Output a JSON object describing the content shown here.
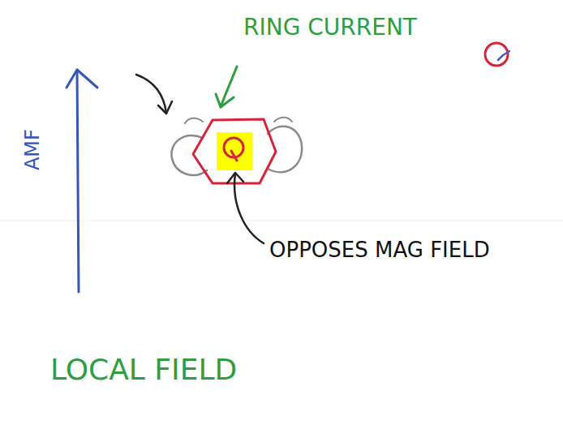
{
  "diagram": {
    "labels": [
      "RING CURRENT",
      "AMF",
      "OPPOSES MAG FIELD",
      "LOCAL FIELD"
    ]
  }
}
